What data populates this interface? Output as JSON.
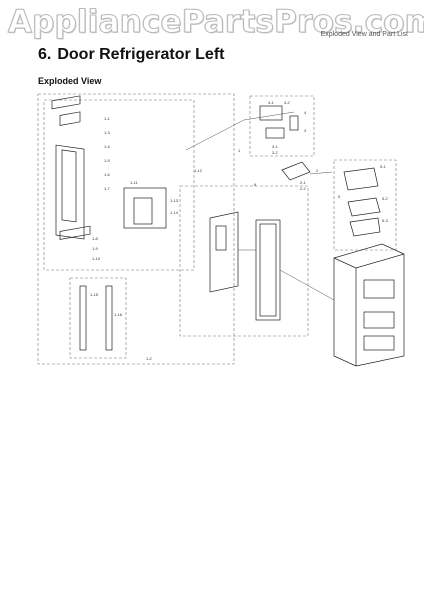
{
  "watermark": "AppliancePartsPros.com",
  "header": {
    "section_label": "Exploded View and Part List"
  },
  "section": {
    "number": "6.",
    "title": "Door Refrigerator Left"
  },
  "subsection": {
    "title": "Exploded View"
  },
  "diagram": {
    "callouts": [
      "1",
      "2",
      "3",
      "4",
      "5",
      "6"
    ],
    "sub_callouts": [
      "1-1",
      "1-2",
      "1-3",
      "1-4",
      "1-5",
      "1-6",
      "1-7",
      "1-8",
      "1-9",
      "1-10",
      "1-11",
      "1-12",
      "1-13",
      "1-14",
      "1-15",
      "1-16",
      "2-1",
      "2-2",
      "3-1",
      "3-2",
      "4-1",
      "4-2",
      "5-1",
      "5-2",
      "5-3"
    ]
  }
}
